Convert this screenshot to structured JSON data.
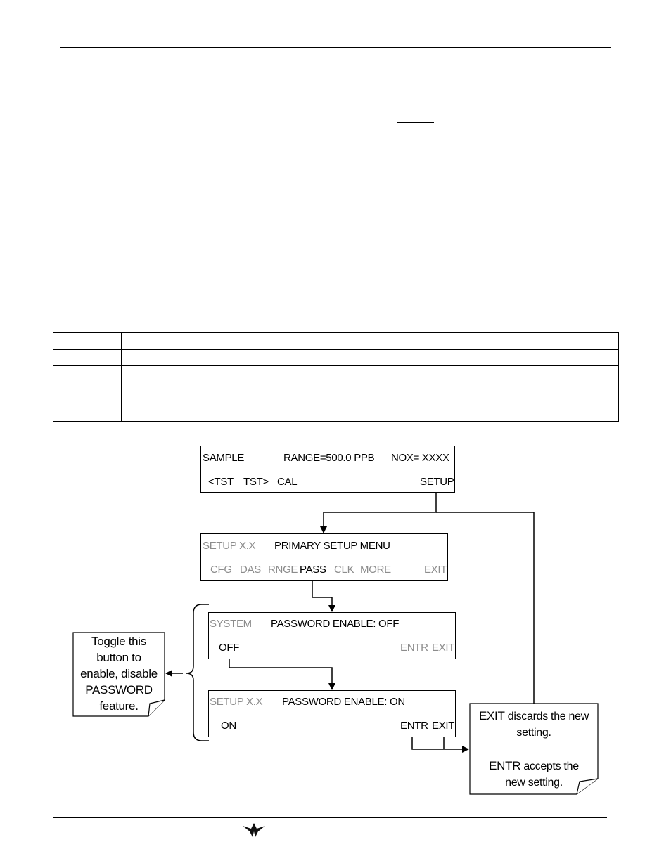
{
  "screens": {
    "sample": {
      "mode": "SAMPLE",
      "range": "RANGE=500.0 PPB",
      "nox": "NOX= XXXX",
      "buttons": [
        "<TST",
        "TST>",
        "CAL",
        "SETUP"
      ]
    },
    "primary_setup": {
      "mode": "SETUP X.X",
      "title": "PRIMARY SETUP MENU",
      "buttons": [
        "CFG",
        "DAS",
        "RNGE",
        "PASS",
        "CLK",
        "MORE",
        "EXIT"
      ]
    },
    "password_off": {
      "mode": "SYSTEM",
      "title": "PASSWORD ENABLE: OFF",
      "buttons": [
        "OFF",
        "ENTR",
        "EXIT"
      ]
    },
    "password_on": {
      "mode": "SETUP X.X",
      "title": "PASSWORD ENABLE: ON",
      "buttons": [
        "ON",
        "ENTR",
        "EXIT"
      ]
    }
  },
  "toggle_note": {
    "lines": [
      "Toggle this",
      "button to",
      "enable, disable",
      "PASSWORD",
      "feature."
    ]
  },
  "exit_note": {
    "exit_key": "EXIT",
    "exit_text": " discards the new",
    "exit_text2": "setting.",
    "entr_key": "ENTR",
    "entr_text": " accepts the",
    "entr_text2": "new setting."
  },
  "colors": {
    "dim_text": "#8c8c8c",
    "line": "#000000"
  },
  "footer": {
    "logo": "teledyne-logo"
  }
}
